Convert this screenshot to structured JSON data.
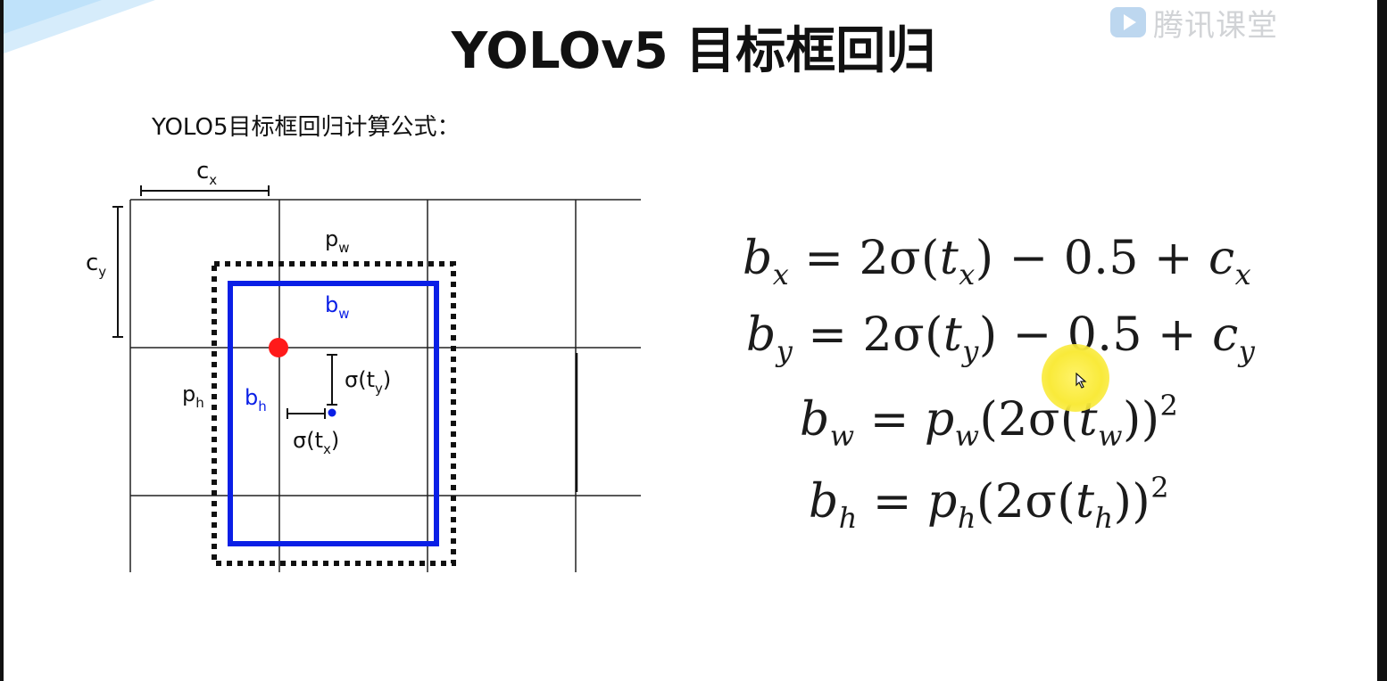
{
  "title": "YOLOv5 目标框回归",
  "subtitle": "YOLO5目标框回归计算公式：",
  "watermark": "腾讯课堂",
  "colors": {
    "box_blue": "#0a1fe6",
    "anchor_dot_red": "#ff1a1a",
    "center_dot_blue": "#0a1fe6",
    "grid_line": "#222222",
    "cursor_highlight": "#f9ea3a"
  },
  "diagram": {
    "labels": {
      "cx": "c",
      "cx_sub": "x",
      "cy": "c",
      "cy_sub": "y",
      "pw": "p",
      "pw_sub": "w",
      "ph": "p",
      "ph_sub": "h",
      "bw": "b",
      "bw_sub": "w",
      "bh": "b",
      "bh_sub": "h",
      "sig_ty": "σ(t",
      "sig_ty_sub": "y",
      "sig_ty_close": ")",
      "sig_tx": "σ(t",
      "sig_tx_sub": "x",
      "sig_tx_close": ")"
    }
  },
  "formulas": {
    "bx": {
      "lhs": "b",
      "lhs_sub": "x",
      "eq": " = 2σ(",
      "t": "t",
      "t_sub": "x",
      "rest": ") − 0.5 + ",
      "c": "c",
      "c_sub": "x"
    },
    "by": {
      "lhs": "b",
      "lhs_sub": "y",
      "eq": " = 2σ(",
      "t": "t",
      "t_sub": "y",
      "rest": ") − 0.5 + ",
      "c": "c",
      "c_sub": "y"
    },
    "bw": {
      "lhs": "b",
      "lhs_sub": "w",
      "eq": " = ",
      "p": "p",
      "p_sub": "w",
      "mid": "(2σ(",
      "t": "t",
      "t_sub": "w",
      "close": "))",
      "sup": "2"
    },
    "bh": {
      "lhs": "b",
      "lhs_sub": "h",
      "eq": " = ",
      "p": "p",
      "p_sub": "h",
      "mid": "(2σ(",
      "t": "t",
      "t_sub": "h",
      "close": "))",
      "sup": "2"
    }
  }
}
